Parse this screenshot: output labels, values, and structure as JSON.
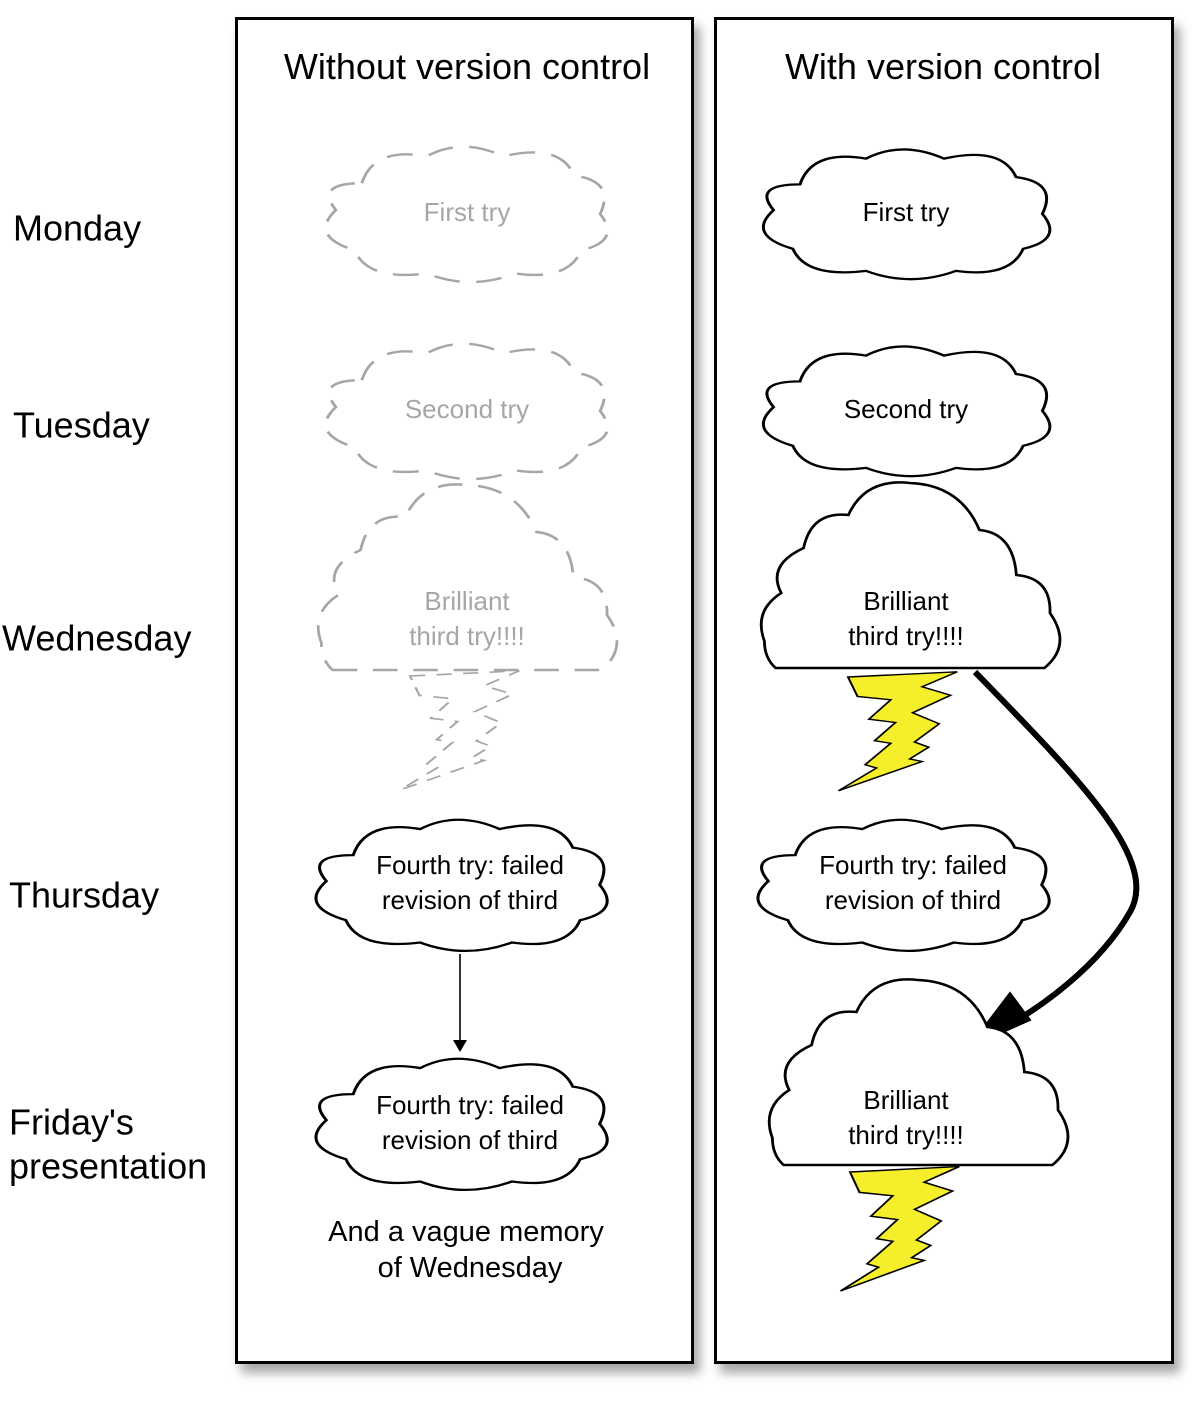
{
  "columns": {
    "without": {
      "title": "Without version control"
    },
    "with": {
      "title": "With version control"
    }
  },
  "days": [
    {
      "label": "Monday"
    },
    {
      "label": "Tuesday"
    },
    {
      "label": "Wednesday"
    },
    {
      "label": "Thursday"
    },
    {
      "label": "Friday's"
    },
    {
      "label": "presentation"
    }
  ],
  "without_version_control": {
    "monday": {
      "text": "First try",
      "state": "lost"
    },
    "tuesday": {
      "text": "Second try",
      "state": "lost"
    },
    "wednesday": {
      "lines": [
        "Brilliant",
        "third try!!!!"
      ],
      "state": "lost"
    },
    "thursday": {
      "lines": [
        "Fourth try: failed",
        "revision of third"
      ],
      "state": "kept"
    },
    "friday": {
      "lines": [
        "Fourth try: failed",
        "revision of third"
      ],
      "state": "kept"
    },
    "note": {
      "lines": [
        "And a vague memory",
        "of Wednesday"
      ]
    }
  },
  "with_version_control": {
    "monday": {
      "text": "First try"
    },
    "tuesday": {
      "text": "Second try"
    },
    "wednesday": {
      "lines": [
        "Brilliant",
        "third try!!!!"
      ]
    },
    "thursday": {
      "lines": [
        "Fourth try: failed",
        "revision of third"
      ]
    },
    "friday": {
      "lines": [
        "Brilliant",
        "third try!!!!"
      ]
    }
  },
  "colors": {
    "ghost_stroke": "#a6a6a6",
    "ink": "#000000",
    "lightning": "#f5ee2a",
    "panel_border": "#000000"
  }
}
